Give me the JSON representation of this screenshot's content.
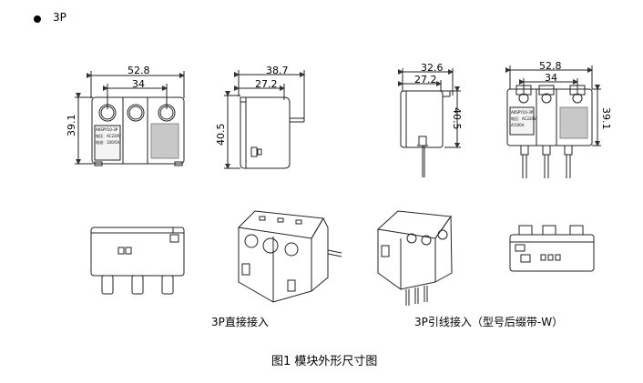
{
  "section": {
    "label": "3P"
  },
  "captions": {
    "direct": "3P直接接入",
    "leadwire": "3P引线接入（型号后缀带-W）",
    "figure": "图1 模块外形尺寸图"
  },
  "dims": {
    "front_width": "52.8",
    "front_hole_span": "34",
    "front_height": "39.1",
    "side_width": "38.7",
    "side_inner": "27.2",
    "side_height": "40.5",
    "lw_side_width": "32.6",
    "lw_side_inner": "27.2",
    "lw_side_height": "40.5",
    "lw_front_width": "52.8",
    "lw_front_span": "34",
    "lw_front_height": "39.1"
  },
  "label_text": {
    "front_model": "AKSPY10-3P",
    "front_voltage": "电压：AC220V",
    "front_current": "电流：100/5A",
    "lw_model": "AKSPY10-3P",
    "lw_voltage": "电压：AC220V",
    "lw_current": "A/100A"
  }
}
